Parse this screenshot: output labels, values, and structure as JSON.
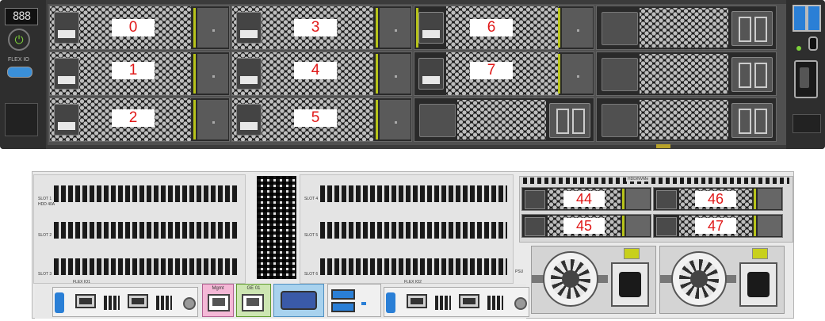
{
  "front": {
    "lcd_text": "888",
    "flex_io_label": "FLEX IO",
    "drive_labels": [
      "0",
      "1",
      "2",
      "3",
      "4",
      "5",
      "6",
      "7"
    ]
  },
  "rear": {
    "drive_cage_label": "HDD/NVMe",
    "drive_labels": [
      "44",
      "45",
      "46",
      "47"
    ],
    "slot_labels": [
      "SLOT 1",
      "SLOT 2",
      "SLOT 3",
      "SLOT 4",
      "SLOT 5",
      "SLOT 6"
    ],
    "hdd_tag": "HDD 40A",
    "flex_io1_label": "FLEX IO1",
    "flex_io2_label": "FLEX IO2",
    "mgmt_label": "Mgmt",
    "ge_label": "GE 01",
    "psu_label": "PSU"
  },
  "colors": {
    "label_text": "#e01818",
    "mgmt_highlight": "#f4b8d6",
    "ge_highlight": "#cde6b2",
    "vga_highlight": "#a8d2ee",
    "drive_latch_accent": "#b8c41a"
  }
}
